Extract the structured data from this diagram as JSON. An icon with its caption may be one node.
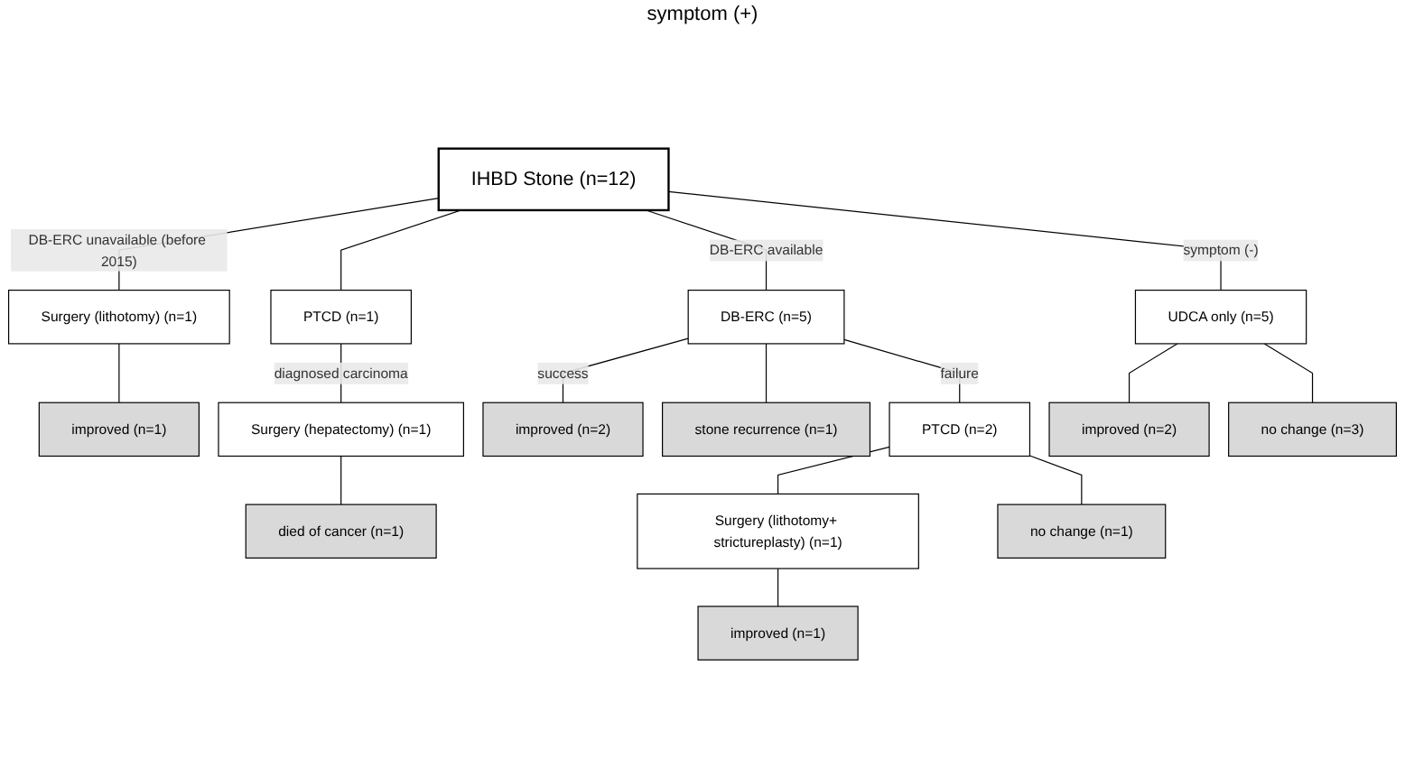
{
  "diagram": {
    "nodes": [
      {
        "text": [
          "IHBD Stone (n=12)"
        ]
      },
      {
        "text": [
          "Surgery (lithotomy) (n=1)"
        ]
      },
      {
        "text": [
          "PTCD (n=1)"
        ]
      },
      {
        "text": [
          "DB-ERC (n=5)"
        ]
      },
      {
        "text": [
          "UDCA only (n=5)"
        ]
      },
      {
        "text": [
          "Surgery (hepatectomy) (n=1)"
        ]
      },
      {
        "text": [
          "PTCD (n=2)"
        ]
      },
      {
        "text": [
          "Surgery (lithotomy+ strictureplasty) (n=1)"
        ]
      },
      {
        "text": [
          "improved (n=1)"
        ]
      },
      {
        "text": [
          "died of cancer (n=1)"
        ]
      },
      {
        "text": [
          "improved (n=2)"
        ]
      },
      {
        "text": [
          "stone recurrence (n=1)"
        ]
      },
      {
        "text": [
          "improved (n=1)"
        ]
      },
      {
        "text": [
          "no change (n=1)"
        ]
      },
      {
        "text": [
          "improved (n=2)"
        ]
      },
      {
        "text": [
          "no change (n=3)"
        ]
      }
    ],
    "edges": [
      {
        "from": 0,
        "to": 1,
        "arrow": "none",
        "label": "DB-ERC unavailable (before 2015)"
      },
      {
        "from": 0,
        "to": 2,
        "arrow": "none"
      },
      {
        "from": 0,
        "to": 3,
        "arrow": "none",
        "label": "DB-ERC available"
      },
      {
        "from": 0,
        "to": 4,
        "arrow": "none",
        "label": "symptom (-)"
      },
      {
        "from": 1,
        "to": 8,
        "arrow": "none"
      },
      {
        "from": 2,
        "to": 5,
        "arrow": "none",
        "label": "diagnosed carcinoma"
      },
      {
        "from": 5,
        "to": 9,
        "arrow": "none"
      },
      {
        "from": 3,
        "to": 10,
        "arrow": "none",
        "label": "success"
      },
      {
        "from": 3,
        "to": 11,
        "arrow": "none"
      },
      {
        "from": 3,
        "to": 6,
        "arrow": "none",
        "label": "failure"
      },
      {
        "from": 6,
        "to": 7,
        "arrow": "none"
      },
      {
        "from": 6,
        "to": 13,
        "arrow": "none"
      },
      {
        "from": 7,
        "to": 12,
        "arrow": "none"
      },
      {
        "from": 4,
        "to": 14,
        "arrow": "none"
      },
      {
        "from": 4,
        "to": 15,
        "arrow": "none"
      }
    ],
    "labels": [
      "symptom (+)"
    ]
  }
}
